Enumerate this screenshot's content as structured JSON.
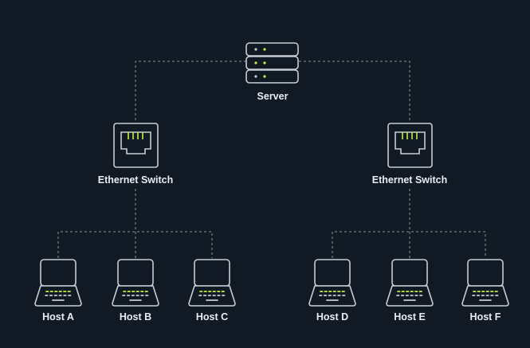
{
  "colors": {
    "background": "#111a24",
    "stroke": "#c6ccd4",
    "accent": "#c4f03a",
    "connector": "#8a929c",
    "text": "#e8edf2"
  },
  "server": {
    "label": "Server",
    "icon": "server-rack-icon"
  },
  "switches": [
    {
      "label": "Ethernet Switch",
      "icon": "ethernet-port-icon"
    },
    {
      "label": "Ethernet Switch",
      "icon": "ethernet-port-icon"
    }
  ],
  "hosts": [
    {
      "label": "Host A",
      "icon": "laptop-icon"
    },
    {
      "label": "Host B",
      "icon": "laptop-icon"
    },
    {
      "label": "Host C",
      "icon": "laptop-icon"
    },
    {
      "label": "Host D",
      "icon": "laptop-icon"
    },
    {
      "label": "Host E",
      "icon": "laptop-icon"
    },
    {
      "label": "Host F",
      "icon": "laptop-icon"
    }
  ]
}
